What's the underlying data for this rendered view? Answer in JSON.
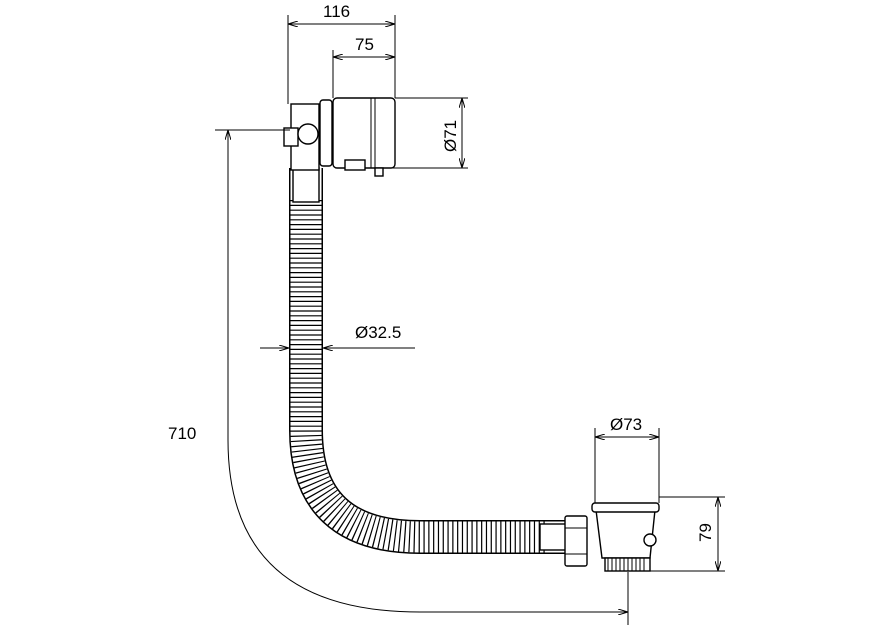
{
  "drawing": {
    "colors": {
      "line": "#000000",
      "background": "#ffffff"
    },
    "dimensions": {
      "overflow_width": "116",
      "overflow_body_width": "75",
      "overflow_diameter": "Ø71",
      "hose_diameter": "Ø32.5",
      "total_length": "710",
      "waste_diameter": "Ø73",
      "waste_height": "79"
    }
  }
}
